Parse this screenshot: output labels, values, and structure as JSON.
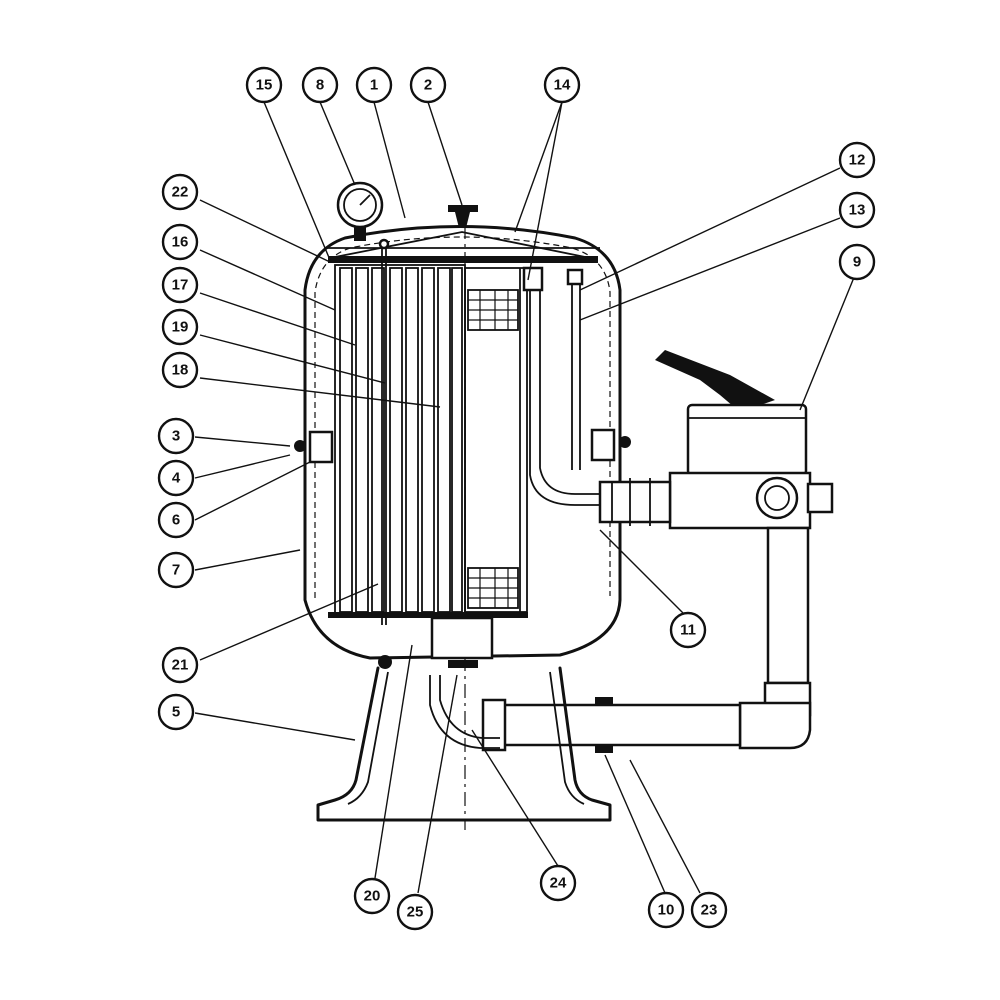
{
  "callouts": [
    {
      "id": "c15",
      "label": "15"
    },
    {
      "id": "c8",
      "label": "8"
    },
    {
      "id": "c1",
      "label": "1"
    },
    {
      "id": "c2",
      "label": "2"
    },
    {
      "id": "c14",
      "label": "14"
    },
    {
      "id": "c12",
      "label": "12"
    },
    {
      "id": "c13",
      "label": "13"
    },
    {
      "id": "c9",
      "label": "9"
    },
    {
      "id": "c22",
      "label": "22"
    },
    {
      "id": "c16",
      "label": "16"
    },
    {
      "id": "c17",
      "label": "17"
    },
    {
      "id": "c19",
      "label": "19"
    },
    {
      "id": "c18",
      "label": "18"
    },
    {
      "id": "c3",
      "label": "3"
    },
    {
      "id": "c4",
      "label": "4"
    },
    {
      "id": "c6",
      "label": "6"
    },
    {
      "id": "c7",
      "label": "7"
    },
    {
      "id": "c11",
      "label": "11"
    },
    {
      "id": "c21",
      "label": "21"
    },
    {
      "id": "c5",
      "label": "5"
    },
    {
      "id": "c20",
      "label": "20"
    },
    {
      "id": "c25",
      "label": "25"
    },
    {
      "id": "c24",
      "label": "24"
    },
    {
      "id": "c10",
      "label": "10"
    },
    {
      "id": "c23",
      "label": "23"
    }
  ]
}
